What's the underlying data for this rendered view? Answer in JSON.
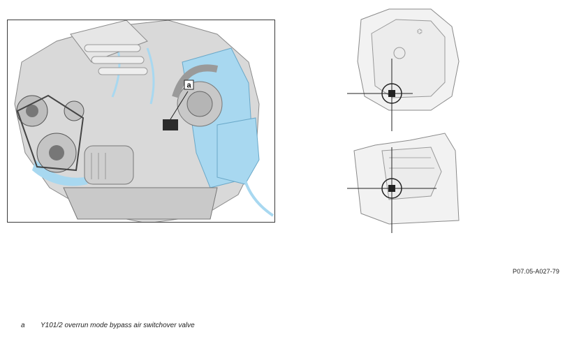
{
  "illustration": {
    "callout_letter": "a",
    "highlight_color": "#a8d8f0",
    "line_color": "#444444"
  },
  "figure_id": "P07.05-A027-79",
  "legend": [
    {
      "key": "a",
      "text": "Y101/2 overrun mode bypass air switchover valve"
    }
  ]
}
